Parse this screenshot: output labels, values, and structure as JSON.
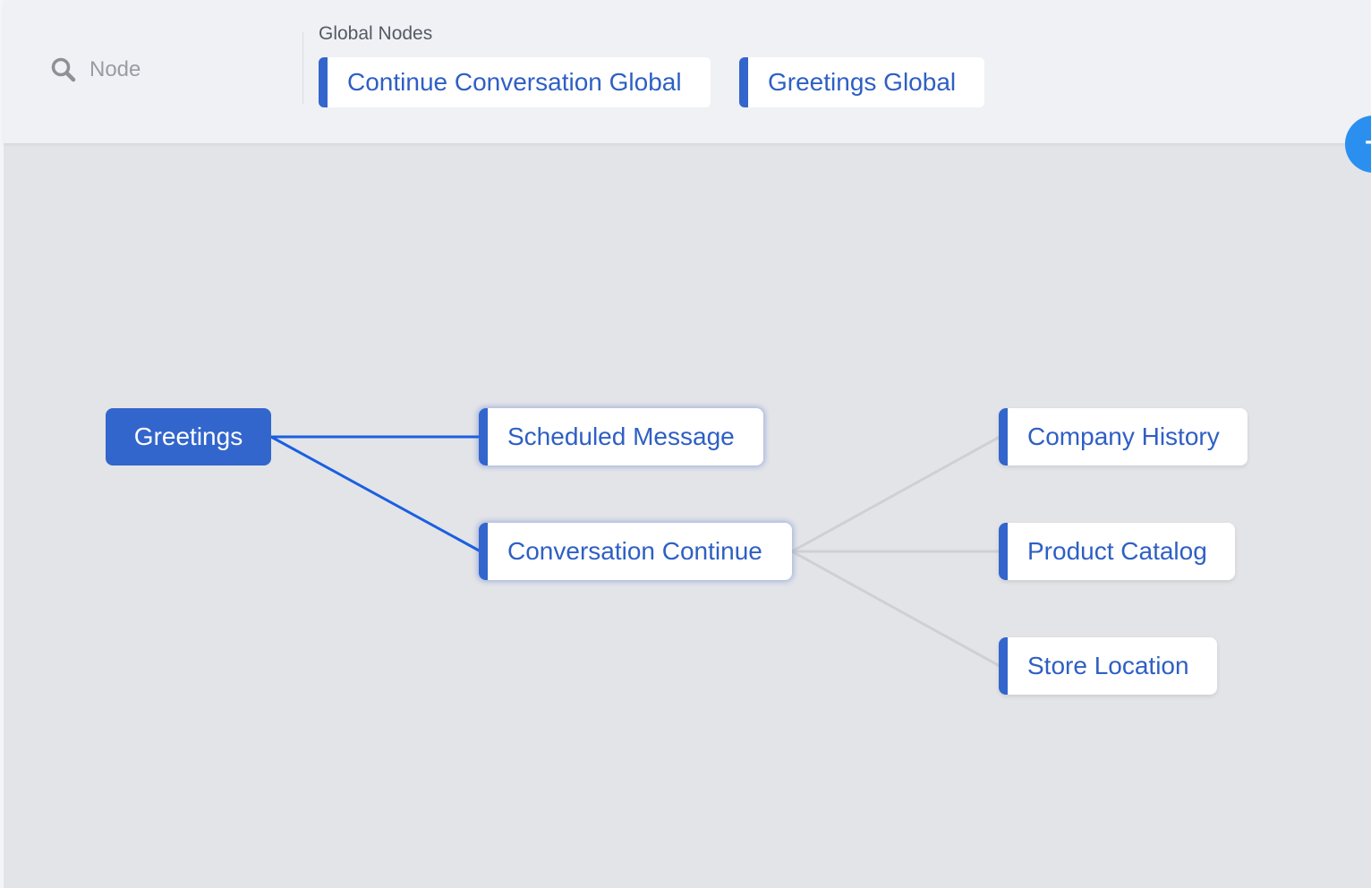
{
  "search": {
    "placeholder": "Node"
  },
  "global_nodes": {
    "label": "Global Nodes",
    "items": [
      "Continue Conversation Global",
      "Greetings Global"
    ]
  },
  "flow": {
    "root": "Greetings",
    "level1": [
      "Scheduled Message",
      "Conversation Continue"
    ],
    "level2": [
      "Company History",
      "Product Catalog",
      "Store Location"
    ]
  },
  "colors": {
    "accent": "#3366cc",
    "active_edge": "#1a5fe0",
    "inactive_edge": "#cfd0d3",
    "fab": "#2b8ff0",
    "canvas": "#e3e4e8",
    "header": "#eff1f5"
  },
  "icons": {
    "search": "search-icon",
    "fab": "plus-icon"
  }
}
